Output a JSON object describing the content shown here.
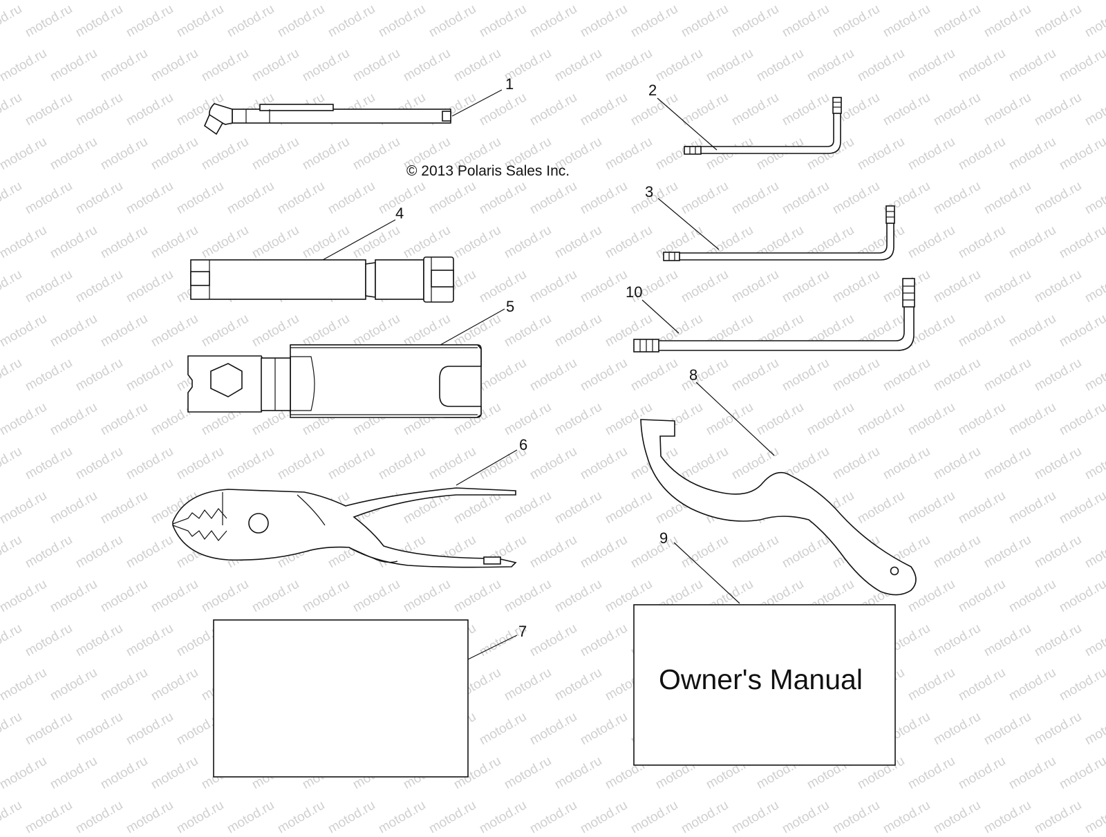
{
  "watermark": {
    "text": "motod.ru",
    "color": "#cfcfcf"
  },
  "copyright": "© 2013 Polaris Sales Inc.",
  "callouts": {
    "c1": "1",
    "c2": "2",
    "c3": "3",
    "c4": "4",
    "c5": "5",
    "c6": "6",
    "c7": "7",
    "c8": "8",
    "c9": "9",
    "c10": "10"
  },
  "manual": {
    "title": "Owner's Manual"
  },
  "parts": {
    "p1": "pressure-gauge-icon",
    "p2": "hex-key-small-icon",
    "p3": "hex-key-medium-icon",
    "p4": "spark-plug-socket-icon",
    "p5": "open-end-wrench-icon",
    "p6": "pliers-icon",
    "p7": "card-icon",
    "p8": "spanner-wrench-icon",
    "p9": "manual-icon",
    "p10": "hex-key-large-icon"
  }
}
